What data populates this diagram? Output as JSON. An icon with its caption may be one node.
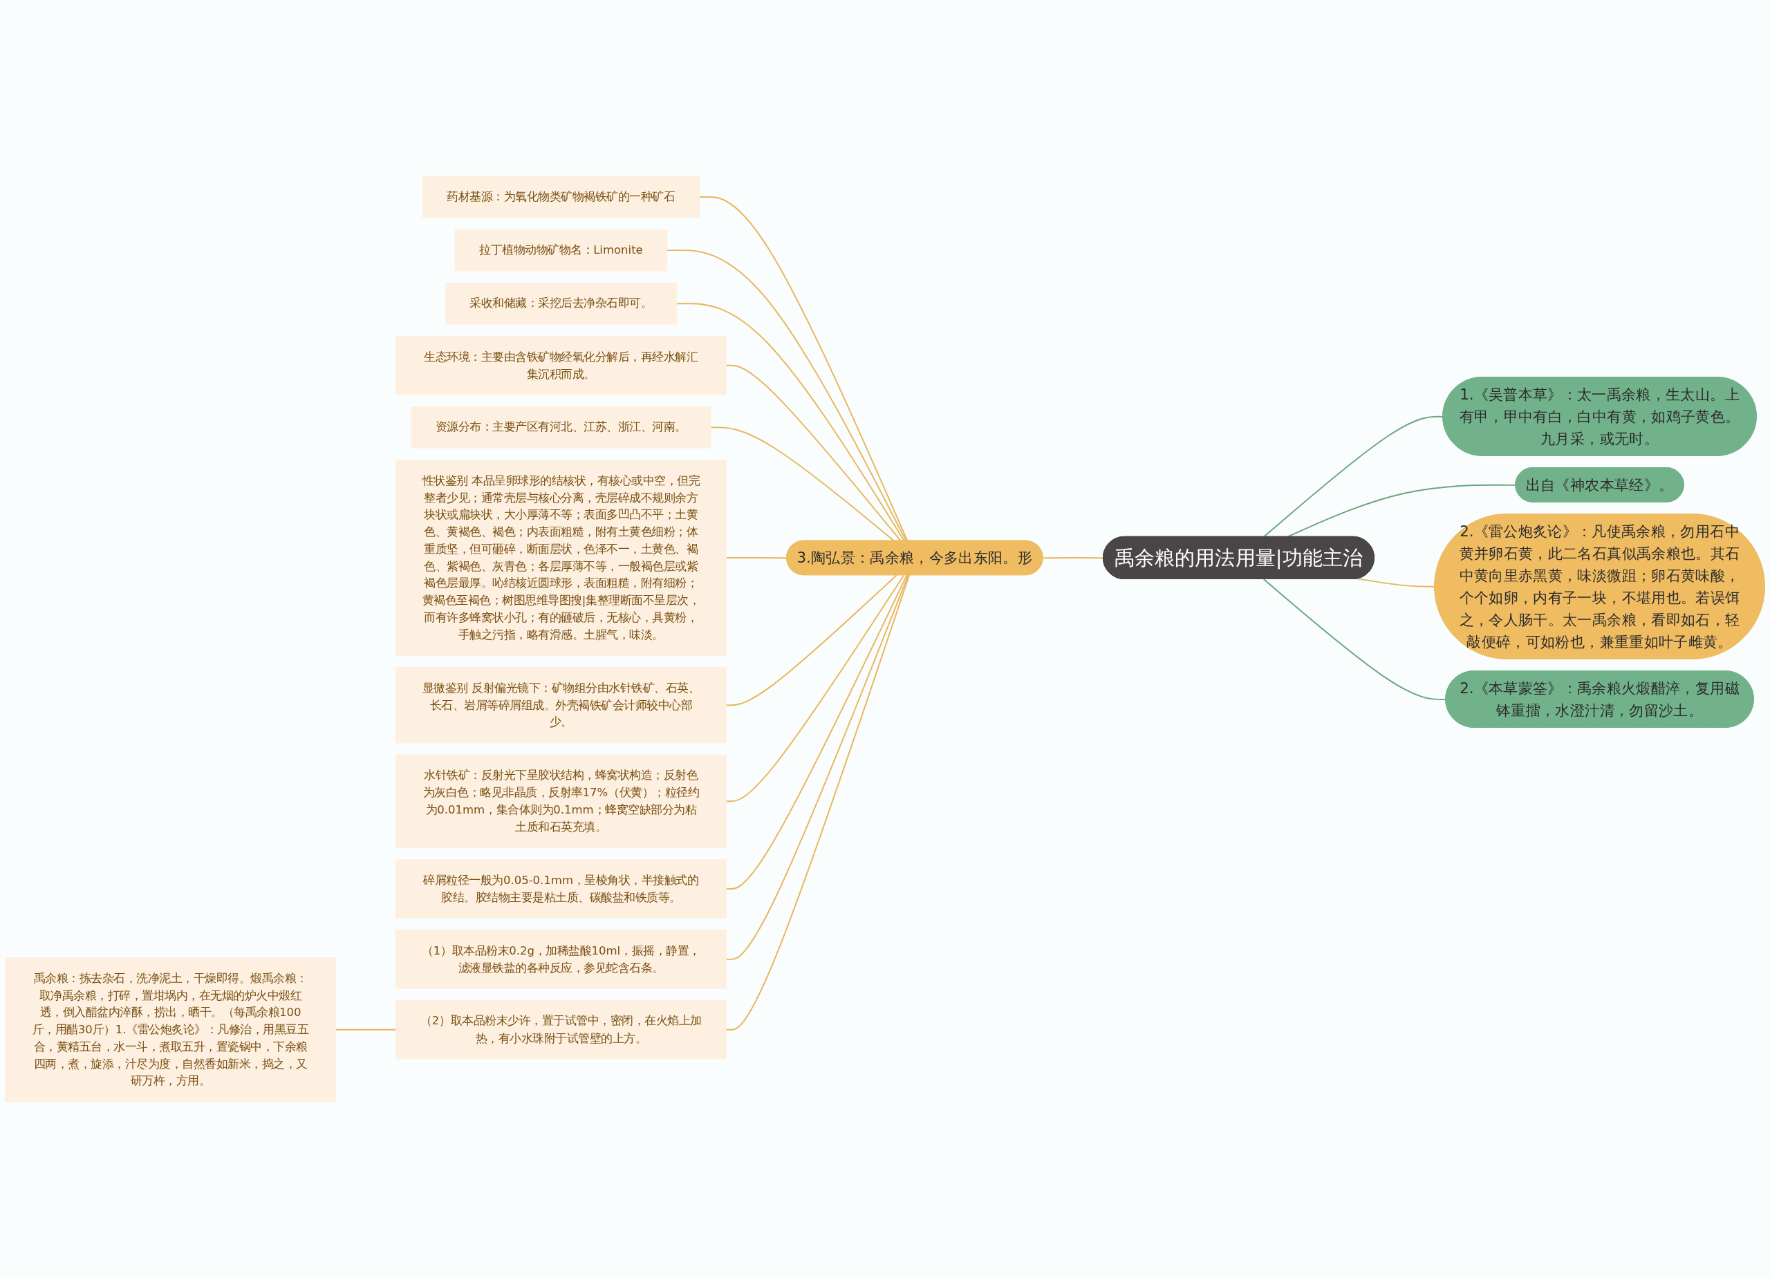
{
  "diagram": {
    "nodes": [
      {
        "text": [
          "禹余粮的用法用量|功能主治"
        ]
      },
      {
        "text": [
          "1.《吴普本草》：太一禹余粮，生太山。上有甲，甲中有白，白中有黄，如鸡子黄色。九月采，或无时。"
        ]
      },
      {
        "text": [
          "出自《神农本草经》。"
        ]
      },
      {
        "text": [
          "2.《雷公炮炙论》：凡使禹余粮，勿用石中黄并卵石黄，此二名石真似禹余粮也。其石中黄向里赤黑黄，味淡微跙；卵石黄味酸，个个如卵，内有子一块，不堪用也。若误饵之，令人肠干。太一禹余粮，看即如石，轻敲便碎，可如粉也，兼重重如叶子雌黄。"
        ]
      },
      {
        "text": [
          "2.《本草蒙筌》：禹余粮火煅醋淬，复用磁钵重擂，水澄汁清，勿留沙土。"
        ]
      },
      {
        "text": [
          "3.陶弘景：禹余粮，今多出东阳。形"
        ]
      },
      {
        "text": [
          "药材基源：为氧化物类矿物褐铁矿的一种矿石"
        ]
      },
      {
        "text": [
          "拉丁植物动物矿物名：Limonite"
        ]
      },
      {
        "text": [
          "采收和储藏：采挖后去净杂石即可。"
        ]
      },
      {
        "text": [
          "生态环境：主要由含铁矿物经氧化分解后，再经水解汇集沉积而成。"
        ]
      },
      {
        "text": [
          "资源分布：主要产区有河北、江苏、浙江、河南。"
        ]
      },
      {
        "text": [
          "性状鉴别 本品呈卵球形的结核状，有核心或中空，但完整者少见；通常壳层与核心分离，壳层碎成不规则余方块状或扁块状，大小厚薄不等；表面多凹凸不平；土黄色、黄褐色、褐色；内表面粗糙，附有土黄色细粉；体重质坚，但可砸碎，断面层状，色泽不一，土黄色、褐色、紫褐色、灰青色；各层厚薄不等，一般褐色层或紫褐色层最厚。吣结核近圆球形，表面粗糙，附有细粉；黄褐色至褐色；树图思维导图搜|集整理断面不呈层次，而有许多蜂窝状小孔；有的砸破后，无核心，具黄粉，手触之污指，略有滑感。土腥气，味淡。"
        ]
      },
      {
        "text": [
          "显微鉴别 反射偏光镜下：矿物组分由水针铁矿、石英、长石、岩屑等碎屑组成。外壳褐铁矿会计师较中心部少。"
        ]
      },
      {
        "text": [
          "水针铁矿：反射光下呈胶状结构，蜂窝状构造；反射色为灰白色；略见非晶质，反射率17%（伏黄）；粒径约为0.01mm，集合体则为0.1mm；蜂窝空缺部分为粘土质和石英充填。"
        ]
      },
      {
        "text": [
          "碎屑粒径一般为0.05-0.1mm，呈棱角状，半接触式的胶结。胶结物主要是粘土质、碳酸盐和铁质等。"
        ]
      },
      {
        "text": [
          "（1）取本品粉末0.2g，加稀盐酸10ml，振摇，静置，滤液显铁盐的各种反应，参见蛇含石条。"
        ]
      },
      {
        "text": [
          "（2）取本品粉末少许，置于试管中，密闭，在火焰上加热，有小水珠附于试管壁的上方。"
        ]
      },
      {
        "text": [
          "禹余粮：拣去杂石，洗净泥土，干燥即得。煅禹余粮：取净禹余粮，打碎，置坩埚内，在无烟的炉火中煅红透，倒入醋盆内淬酥，捞出，晒干。（每禹余粮100斤，用醋30斤）1.《雷公炮炙论》：凡修治，用黑豆五合，黄精五台，水一斗，煮取五升，置瓷锅中，下余粮四两，煮，旋添，汁尽为度，自然香如新米，捣之，又研万杵，方用。"
        ]
      }
    ],
    "edges": [
      {
        "from": 0,
        "to": 1,
        "arrow": "none",
        "color": "#6aa57f"
      },
      {
        "from": 0,
        "to": 2,
        "arrow": "none",
        "color": "#6aa57f"
      },
      {
        "from": 0,
        "to": 3,
        "arrow": "none"
      },
      {
        "from": 0,
        "to": 4,
        "arrow": "none",
        "color": "#6aa57f"
      },
      {
        "from": 0,
        "to": 5,
        "arrow": "none"
      },
      {
        "from": 5,
        "to": 6,
        "arrow": "none"
      },
      {
        "from": 5,
        "to": 7,
        "arrow": "none"
      },
      {
        "from": 5,
        "to": 8,
        "arrow": "none"
      },
      {
        "from": 5,
        "to": 9,
        "arrow": "none"
      },
      {
        "from": 5,
        "to": 10,
        "arrow": "none"
      },
      {
        "from": 5,
        "to": 11,
        "arrow": "none"
      },
      {
        "from": 5,
        "to": 12,
        "arrow": "none"
      },
      {
        "from": 5,
        "to": 13,
        "arrow": "none"
      },
      {
        "from": 5,
        "to": 14,
        "arrow": "none"
      },
      {
        "from": 5,
        "to": 15,
        "arrow": "none"
      },
      {
        "from": 5,
        "to": 16,
        "arrow": "none"
      },
      {
        "from": 16,
        "to": 17,
        "arrow": "none"
      }
    ]
  }
}
